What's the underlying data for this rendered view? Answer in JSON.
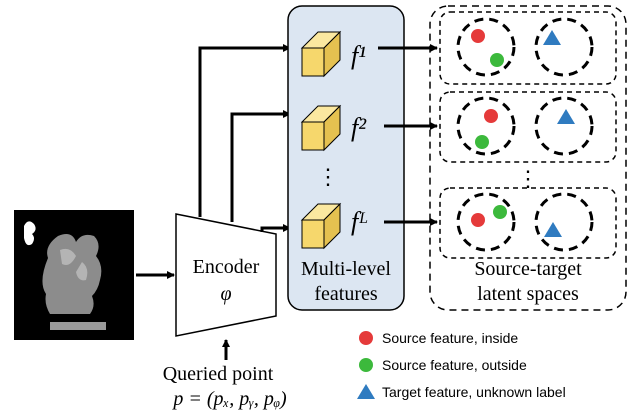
{
  "diagram": {
    "encoder": {
      "title": "Encoder",
      "symbol": "φ"
    },
    "features": {
      "labels": [
        "f¹",
        "f²",
        "fᴸ"
      ],
      "ellipsis": "⋮",
      "caption_line1": "Multi-level",
      "caption_line2": "features",
      "panel_fill": "#dce6f2",
      "cube_fill": "#f6d76c"
    },
    "latent": {
      "caption_line1": "Source-target",
      "caption_line2": "latent spaces",
      "ellipsis": "⋮"
    },
    "query": {
      "label": "Queried point",
      "formula": "p = (pₓ, pᵧ, pᵩ)"
    },
    "legend": [
      {
        "label": "Source feature, inside",
        "marker": "circle",
        "color": "#e53a3a"
      },
      {
        "label": "Source feature, outside",
        "marker": "circle",
        "color": "#3cb93c"
      },
      {
        "label": "Target feature, unknown label",
        "marker": "triangle",
        "color": "#2f7bc0"
      }
    ]
  }
}
